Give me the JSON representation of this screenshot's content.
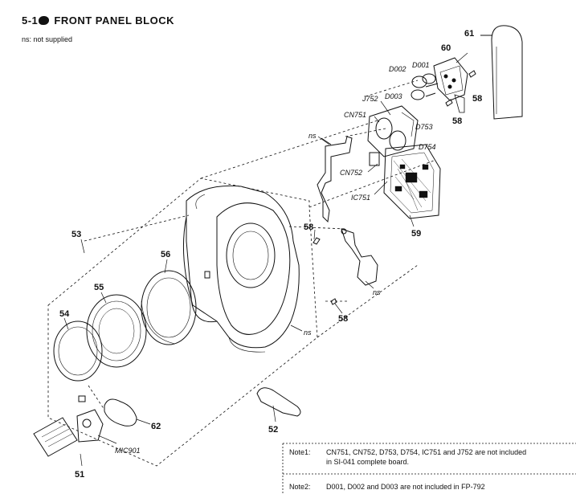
{
  "header": {
    "section_number": "5-1",
    "title": "FRONT PANEL BLOCK",
    "legend": "ns: not supplied"
  },
  "parts": {
    "p51": "51",
    "p52": "52",
    "p53": "53",
    "p54": "54",
    "p55": "55",
    "p56": "56",
    "p58a": "58",
    "p58b": "58",
    "p58c": "58",
    "p58d": "58",
    "p59": "59",
    "p60": "60",
    "p61": "61",
    "p62": "62",
    "mic901": "MIC901",
    "d001": "D001",
    "d002": "D002",
    "d003": "D003",
    "j752": "J752",
    "cn751": "CN751",
    "d753": "D753",
    "d754": "D754",
    "cn752": "CN752",
    "ic751": "IC751",
    "ns1": "ns",
    "ns2": "ns",
    "ns3": "ns"
  },
  "notes": [
    {
      "label": "Note1:",
      "text": "CN751, CN752, D753, D754, IC751 and J752 are not included in SI-041 complete board."
    },
    {
      "label": "Note2:",
      "text": "D001, D002 and D003 are not included in FP-792"
    }
  ]
}
